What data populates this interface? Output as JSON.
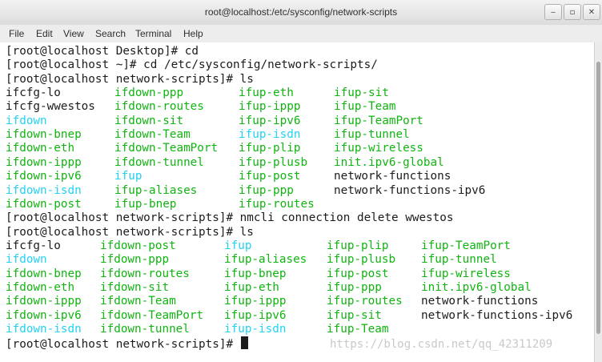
{
  "window": {
    "title": "root@localhost:/etc/sysconfig/network-scripts",
    "minimize_glyph": "‒",
    "maximize_glyph": "▫",
    "close_glyph": "✕"
  },
  "menu": [
    "File",
    "Edit",
    "View",
    "Search",
    "Terminal",
    "Help"
  ],
  "terminal": {
    "commands": [
      "[root@localhost Desktop]# cd",
      "[root@localhost ~]# cd /etc/sysconfig/network-scripts/",
      "[root@localhost network-scripts]# ls",
      "[root@localhost network-scripts]# nmcli connection delete wwestos",
      "[root@localhost network-scripts]# ls"
    ],
    "listing1": [
      [
        "ifcfg-lo",
        "ifdown-ppp",
        "ifup-eth",
        "ifup-sit"
      ],
      [
        "ifcfg-wwestos",
        "ifdown-routes",
        "ifup-ippp",
        "ifup-Team"
      ],
      [
        "ifdown",
        "ifdown-sit",
        "ifup-ipv6",
        "ifup-TeamPort"
      ],
      [
        "ifdown-bnep",
        "ifdown-Team",
        "ifup-isdn",
        "ifup-tunnel"
      ],
      [
        "ifdown-eth",
        "ifdown-TeamPort",
        "ifup-plip",
        "ifup-wireless"
      ],
      [
        "ifdown-ippp",
        "ifdown-tunnel",
        "ifup-plusb",
        "init.ipv6-global"
      ],
      [
        "ifdown-ipv6",
        "ifup",
        "ifup-post",
        "network-functions"
      ],
      [
        "ifdown-isdn",
        "ifup-aliases",
        "ifup-ppp",
        "network-functions-ipv6"
      ],
      [
        "ifdown-post",
        "ifup-bnep",
        "ifup-routes",
        ""
      ]
    ],
    "listing2": [
      [
        "ifcfg-lo",
        "ifdown-post",
        "ifup",
        "ifup-plip",
        "ifup-TeamPort"
      ],
      [
        "ifdown",
        "ifdown-ppp",
        "ifup-aliases",
        "ifup-plusb",
        "ifup-tunnel"
      ],
      [
        "ifdown-bnep",
        "ifdown-routes",
        "ifup-bnep",
        "ifup-post",
        "ifup-wireless"
      ],
      [
        "ifdown-eth",
        "ifdown-sit",
        "ifup-eth",
        "ifup-ppp",
        "init.ipv6-global"
      ],
      [
        "ifdown-ippp",
        "ifdown-Team",
        "ifup-ippp",
        "ifup-routes",
        "network-functions"
      ],
      [
        "ifdown-ipv6",
        "ifdown-TeamPort",
        "ifup-ipv6",
        "ifup-sit",
        "network-functions-ipv6"
      ],
      [
        "ifdown-isdn",
        "ifdown-tunnel",
        "ifup-isdn",
        "ifup-Team",
        ""
      ]
    ],
    "prompt": "[root@localhost network-scripts]# "
  },
  "watermark": "https://blog.csdn.net/qq_42311209",
  "colors": {
    "executable": "#11b411",
    "symlink": "#22d2f2",
    "regular": "#1c1c1c"
  }
}
